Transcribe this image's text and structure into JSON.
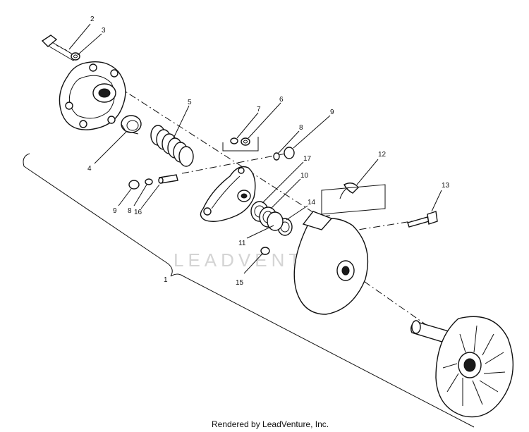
{
  "diagram": {
    "callouts": {
      "c1": "1",
      "c2": "2",
      "c3": "3",
      "c4": "4",
      "c5": "5",
      "c6": "6",
      "c7": "7",
      "c8a": "8",
      "c8b": "8",
      "c9a": "9",
      "c9b": "9",
      "c10": "10",
      "c11": "11",
      "c12": "12",
      "c13": "13",
      "c14": "14",
      "c15": "15",
      "c16": "16",
      "c17": "17"
    },
    "watermark": "LEADVENTURE",
    "footer": "Rendered by LeadVenture, Inc."
  }
}
